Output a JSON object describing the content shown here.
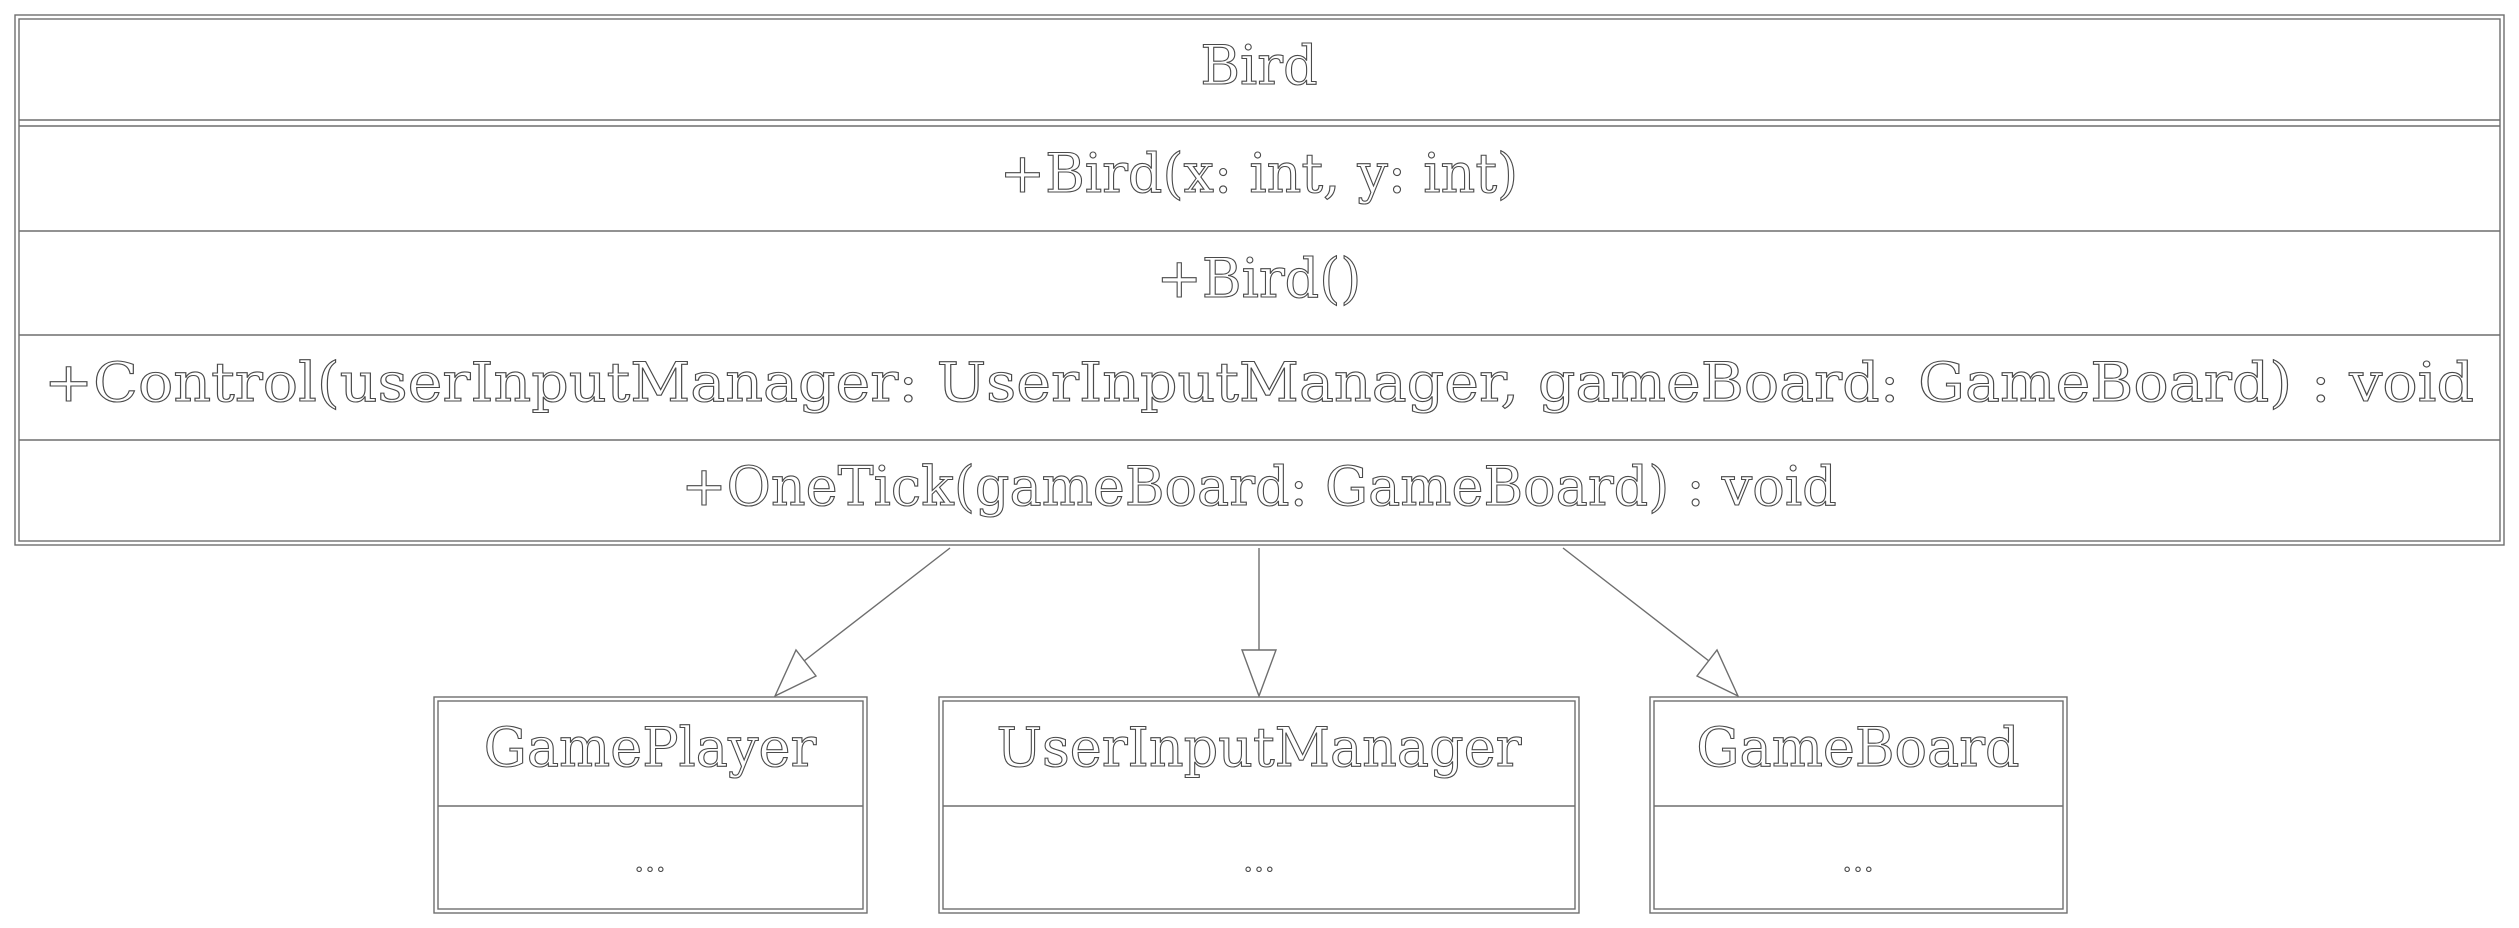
{
  "main_class": {
    "name": "Bird",
    "members": [
      "+Bird(x: int, y: int)",
      "+Bird()",
      "+Control(userInputManager: UserInputManager, gameBoard: GameBoard) : void",
      "+OneTick(gameBoard: GameBoard) : void"
    ]
  },
  "related_classes": [
    {
      "name": "GamePlayer",
      "body": "..."
    },
    {
      "name": "UserInputManager",
      "body": "..."
    },
    {
      "name": "GameBoard",
      "body": "..."
    }
  ],
  "colors": {
    "background": "#ffffff",
    "line": "#6e6e6e",
    "text_outline": "#4a4a4a"
  }
}
